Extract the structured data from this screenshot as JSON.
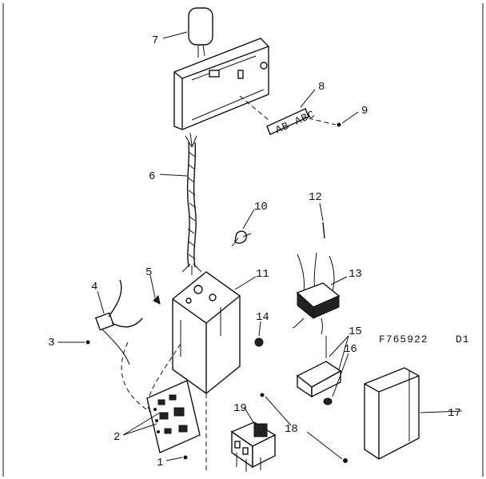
{
  "drawing_code": "F765922",
  "sheet": "D1",
  "callouts": {
    "c1": "1",
    "c2": "2",
    "c3": "3",
    "c4": "4",
    "c5": "5",
    "c6": "6",
    "c7": "7",
    "c8": "8",
    "c9": "9",
    "c10": "10",
    "c11": "11",
    "c12": "12",
    "c13": "13",
    "c14": "14",
    "c15": "15",
    "c16": "16",
    "c17": "17",
    "c18": "18",
    "c19": "19"
  },
  "label_markings": "AB  ABC"
}
